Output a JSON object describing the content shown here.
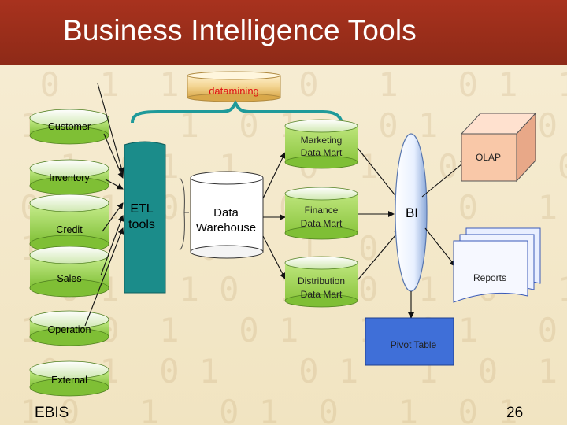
{
  "title": "Business Intelligence Tools",
  "datamining": "datamining",
  "sources": {
    "customer": "Customer",
    "inventory": "Inventory",
    "credit": "Credit",
    "sales": "Sales",
    "operation": "Operation",
    "external": "External"
  },
  "etl": {
    "line1": "ETL",
    "line2": "tools"
  },
  "warehouse": {
    "line1": "Data",
    "line2": "Warehouse"
  },
  "marts": {
    "marketing": {
      "line1": "Marketing",
      "line2": "Data Mart"
    },
    "finance": {
      "line1": "Finance",
      "line2": "Data Mart"
    },
    "distribution": {
      "line1": "Distribution",
      "line2": "Data Mart"
    }
  },
  "bi": "BI",
  "olap": "OLAP",
  "reports": "Reports",
  "pivot": "Pivot Table",
  "footer": {
    "left": "EBIS",
    "right": "26"
  },
  "colors": {
    "title_band": "#9a2e1a",
    "background": "#f3e8c9",
    "green": "#8cc63f",
    "teal": "#1b8c8a",
    "blue": "#3f6fd8",
    "olap": "#f9c8a8",
    "datamining_text": "#e01010"
  }
}
